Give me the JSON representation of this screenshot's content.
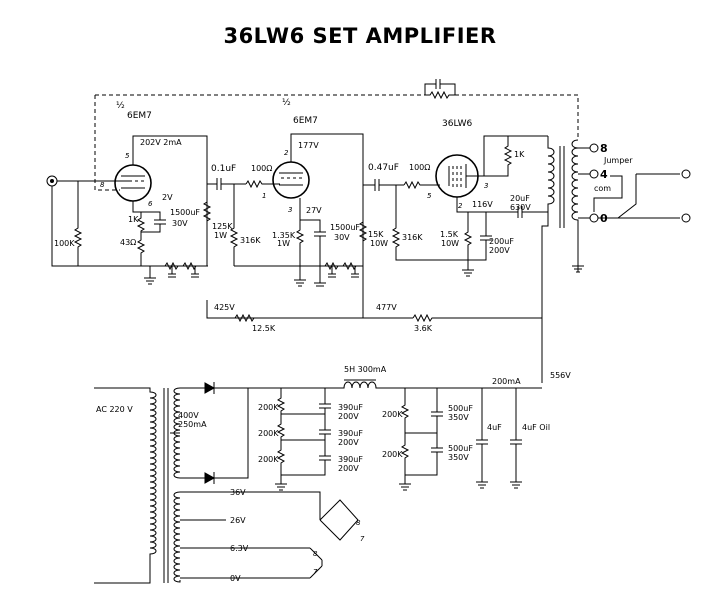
{
  "title": "36LW6 SET AMPLIFIER",
  "tubes": {
    "v1_fraction": "½",
    "v1_type": "6EM7",
    "v2_fraction": "½",
    "v2_type": "6EM7",
    "v3_type": "36LW6",
    "v3_resistor": "1K"
  },
  "stage1": {
    "plate_note": "202V  2mA",
    "cathode_volt": "2V",
    "cathode_res": "1K",
    "cathode_cap": "1500uF",
    "cathode_cap_v": "30V",
    "cathode_res2": "43Ω",
    "grid_res": "100K",
    "plate_res": "125K",
    "plate_res_w": "1W"
  },
  "coupling1": {
    "cap": "0.1uF",
    "stopper": "100Ω",
    "grid_res": "316K"
  },
  "stage2": {
    "plate_volt": "177V",
    "cathode_volt": "27V",
    "cathode_res": "1.35K",
    "cathode_res_w": "1W",
    "cathode_cap": "1500uF",
    "cathode_cap_v": "30V",
    "plate_res": "15K",
    "plate_res_w": "10W"
  },
  "coupling2": {
    "cap": "0.47uF",
    "stopper": "100Ω",
    "grid_res": "316K"
  },
  "output_stage": {
    "cathode_volt": "116V",
    "cathode_res": "1.5K",
    "cathode_res_w": "10W",
    "cathode_cap": "200uF",
    "cathode_cap_v": "200V",
    "fb_cap": "20uF",
    "fb_cap_v": "630V"
  },
  "output_terminals": {
    "t8": "8",
    "t4": "4",
    "jumper": "Jumper",
    "com": "com",
    "t0": "0"
  },
  "pin_numbers": {
    "p5": "5",
    "p8": "8",
    "p1": "1",
    "p6": "6",
    "p3": "3",
    "p2": "2",
    "p7": "7",
    "p9": "9"
  },
  "rail": {
    "v425": "425V",
    "v477": "477V",
    "r12_5": "12.5K",
    "r3_6": "3.6K",
    "v556": "556V",
    "current": "200mA"
  },
  "power_supply": {
    "ac_in": "AC 220 V",
    "hv_sec": "400V",
    "hv_current": "250mA",
    "choke": "5H 300mA",
    "bleeder": "200K",
    "filt_cap1": "390uF",
    "filt_cap1_v": "200V",
    "filt_cap2": "500uF",
    "filt_cap2_v": "350V",
    "cap_4uf": "4uF",
    "cap_4uf_oil": "4uF Oil",
    "tap_36v": "36V",
    "tap_26v": "26V",
    "tap_6v3": "6.3V",
    "tap_0v": "0V"
  }
}
